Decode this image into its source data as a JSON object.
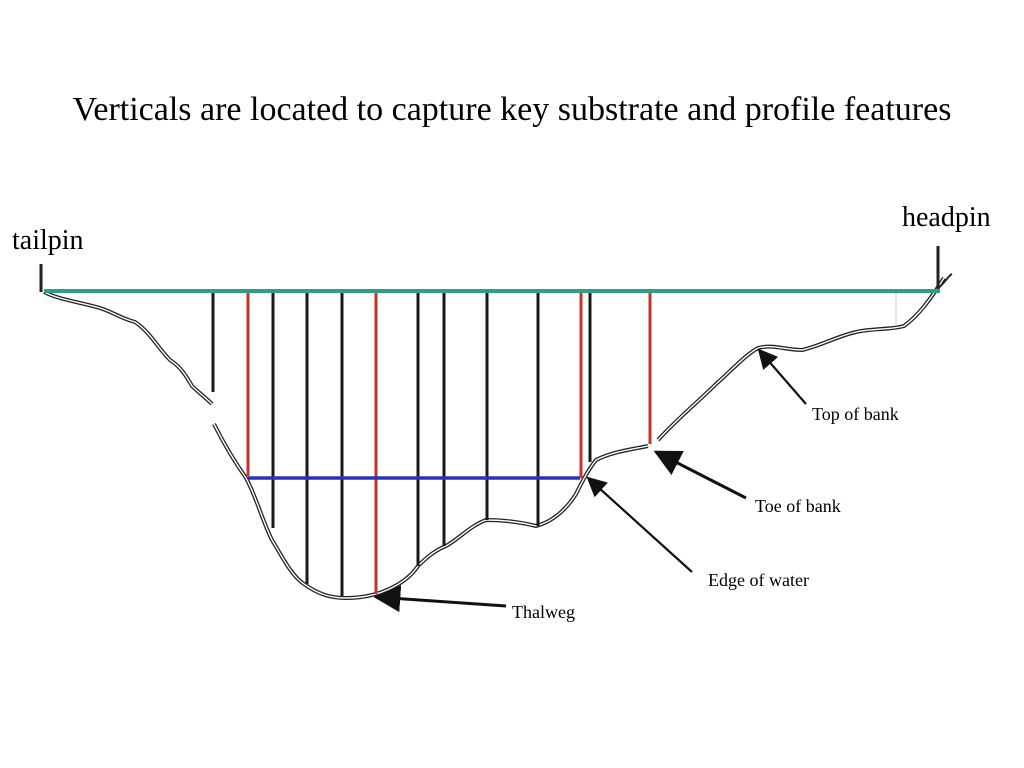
{
  "slide": {
    "title": "Verticals are located to capture key substrate and profile features"
  },
  "pins": {
    "tail_label": "tailpin",
    "head_label": "headpin"
  },
  "callouts": {
    "top_of_bank": "Top of bank",
    "toe_of_bank": "Toe of bank",
    "edge_of_water": "Edge of water",
    "thalweg": "Thalweg"
  },
  "colors": {
    "tagline": "#2e9e86",
    "water_surface": "#2b33b8",
    "vertical_key": "#c8322d",
    "vertical_regular": "#1a1a1a",
    "channel_outline": "#222222"
  },
  "verticals": [
    {
      "kind": "regular"
    },
    {
      "kind": "key"
    },
    {
      "kind": "regular"
    },
    {
      "kind": "regular"
    },
    {
      "kind": "regular"
    },
    {
      "kind": "key"
    },
    {
      "kind": "regular"
    },
    {
      "kind": "regular"
    },
    {
      "kind": "regular"
    },
    {
      "kind": "regular"
    },
    {
      "kind": "key"
    },
    {
      "kind": "regular"
    },
    {
      "kind": "key"
    }
  ]
}
